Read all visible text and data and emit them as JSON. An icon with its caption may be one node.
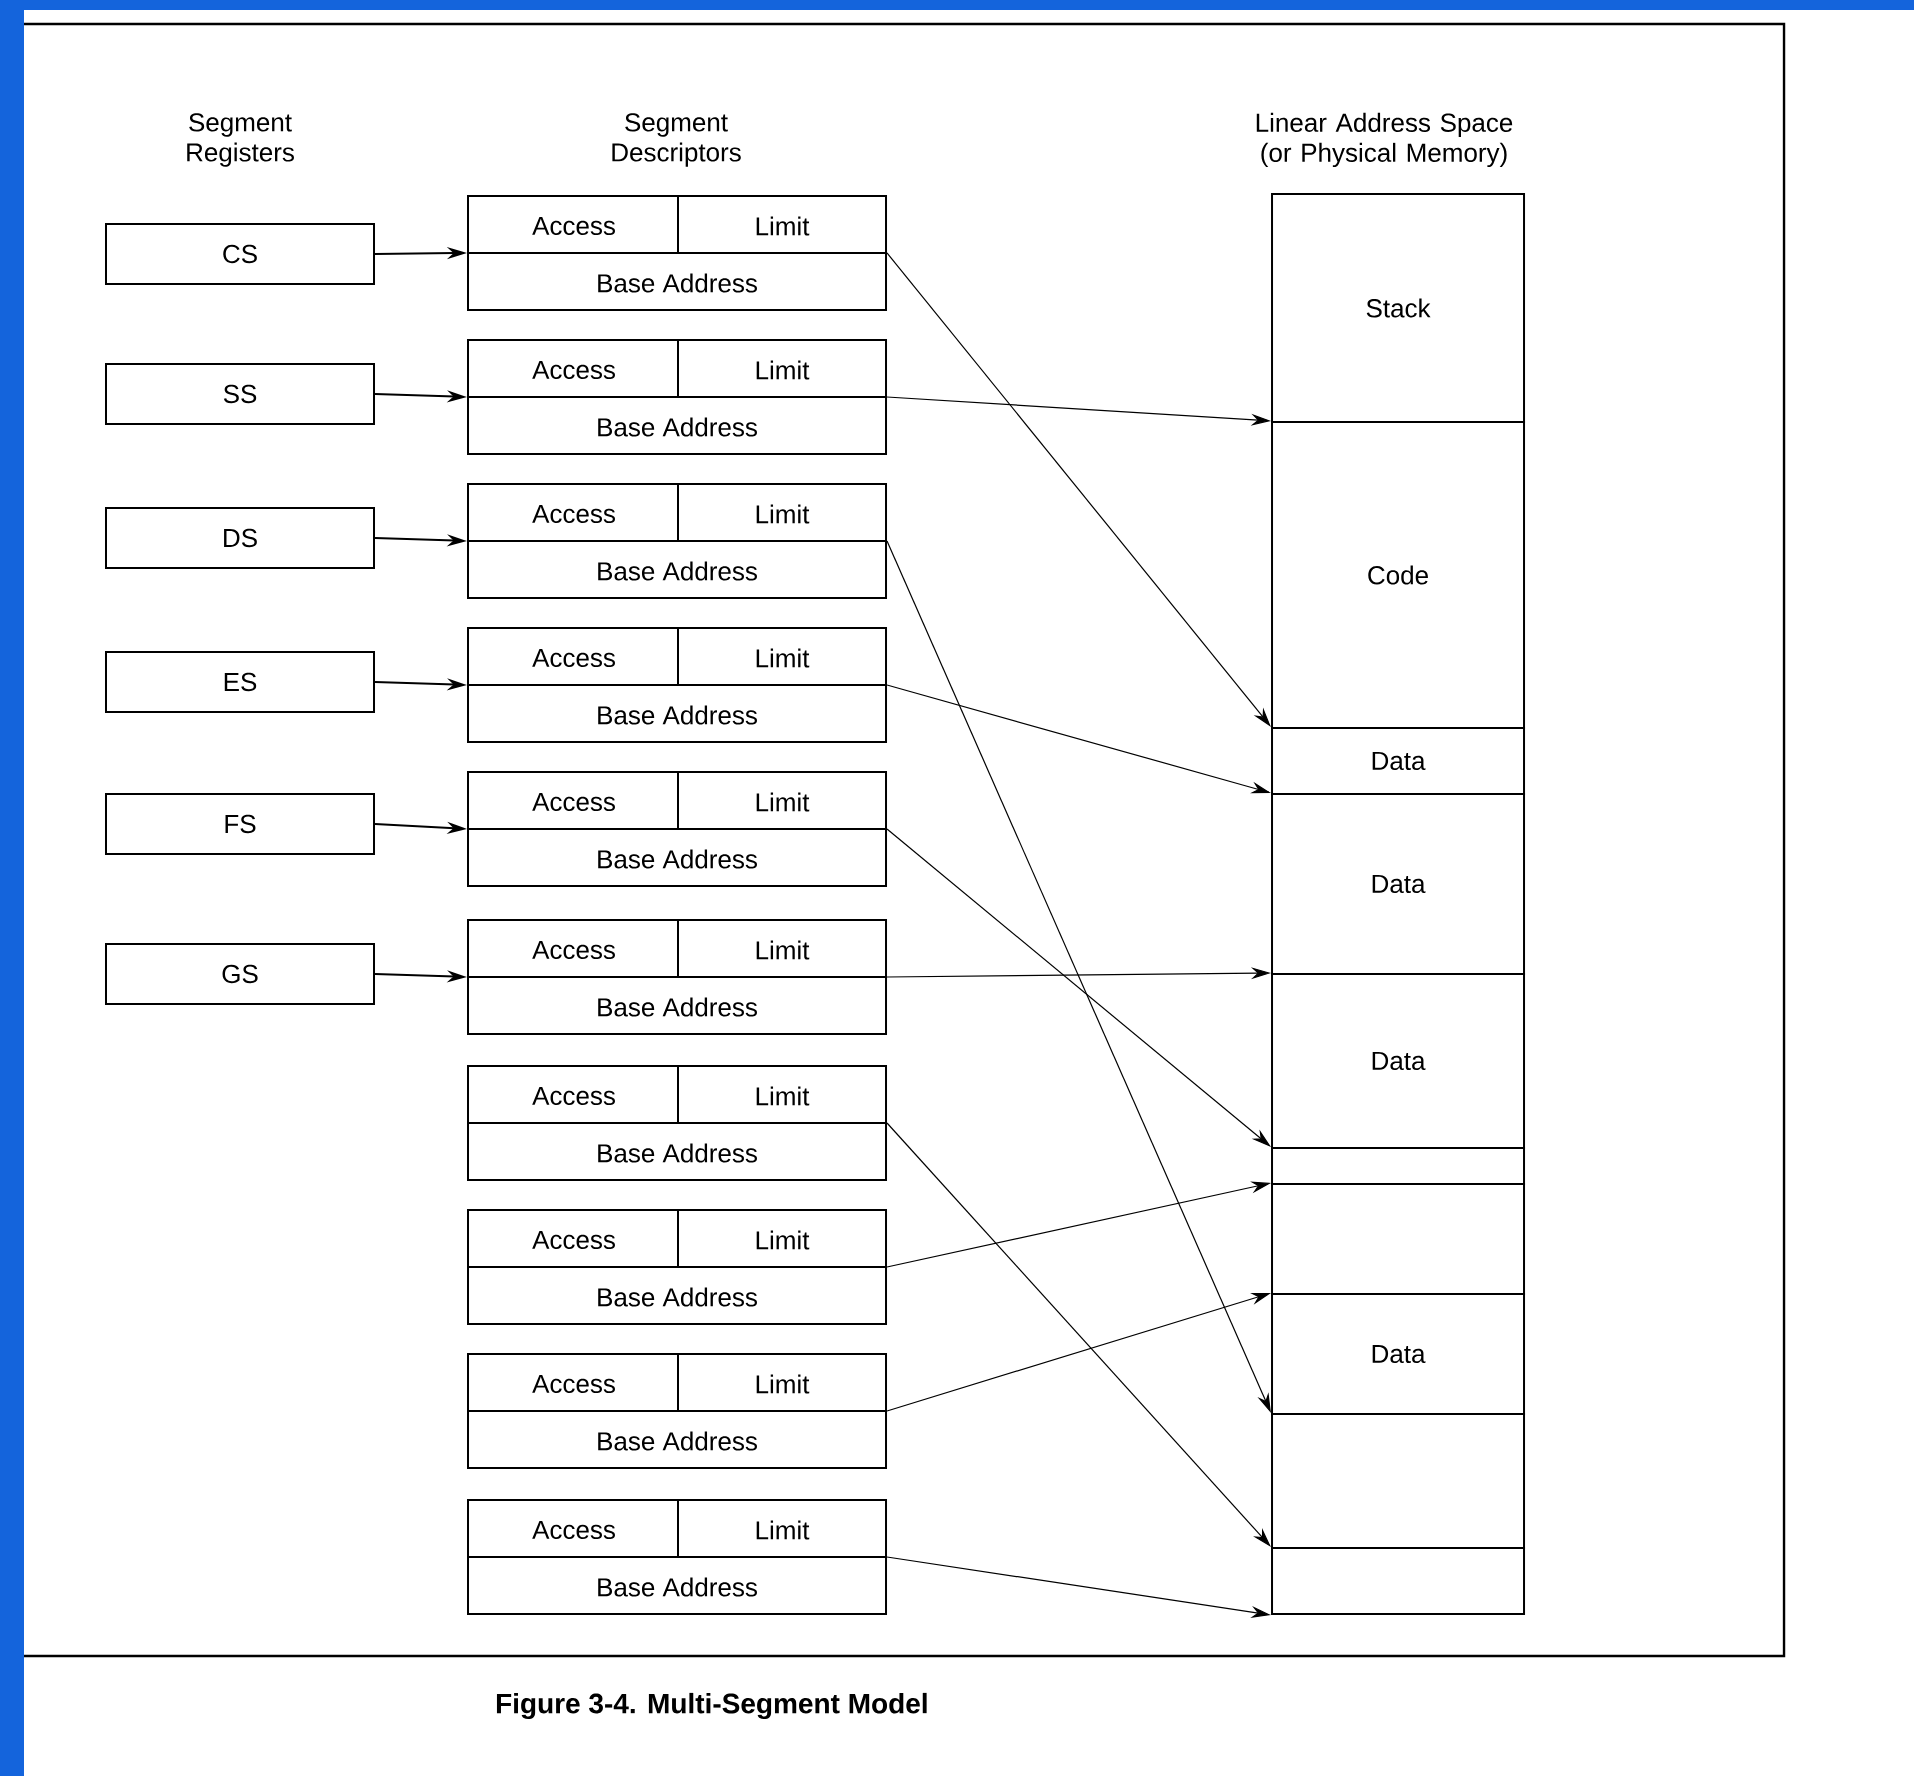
{
  "diagram": {
    "caption": "Figure 3-4.  Multi-Segment Model",
    "nodes": [
      {
        "text": [
          "CS"
        ]
      },
      {
        "text": [
          "SS"
        ]
      },
      {
        "text": [
          "DS"
        ]
      },
      {
        "text": [
          "ES"
        ]
      },
      {
        "text": [
          "FS"
        ]
      },
      {
        "text": [
          "GS"
        ]
      },
      {
        "text": [
          "Access",
          "Limit",
          "Base Address"
        ]
      },
      {
        "text": [
          "Access",
          "Limit",
          "Base Address"
        ]
      },
      {
        "text": [
          "Access",
          "Limit",
          "Base Address"
        ]
      },
      {
        "text": [
          "Access",
          "Limit",
          "Base Address"
        ]
      },
      {
        "text": [
          "Access",
          "Limit",
          "Base Address"
        ]
      },
      {
        "text": [
          "Access",
          "Limit",
          "Base Address"
        ]
      },
      {
        "text": [
          "Access",
          "Limit",
          "Base Address"
        ]
      },
      {
        "text": [
          "Access",
          "Limit",
          "Base Address"
        ]
      },
      {
        "text": [
          "Access",
          "Limit",
          "Base Address"
        ]
      },
      {
        "text": [
          "Access",
          "Limit",
          "Base Address"
        ]
      },
      {
        "text": [
          "Stack"
        ]
      },
      {
        "text": [
          "Code"
        ]
      },
      {
        "text": [
          "Data"
        ]
      },
      {
        "text": [
          "Data"
        ]
      },
      {
        "text": [
          "Data"
        ]
      },
      {
        "text": [],
        "shape": "box"
      },
      {
        "text": [],
        "shape": "box"
      },
      {
        "text": [
          "Data"
        ]
      },
      {
        "text": [],
        "shape": "box"
      },
      {
        "text": [],
        "shape": "box"
      }
    ],
    "edges": [
      {
        "from": 0,
        "to": 6,
        "arrow": "to"
      },
      {
        "from": 1,
        "to": 7,
        "arrow": "to"
      },
      {
        "from": 2,
        "to": 8,
        "arrow": "to"
      },
      {
        "from": 3,
        "to": 9,
        "arrow": "to"
      },
      {
        "from": 4,
        "to": 10,
        "arrow": "to"
      },
      {
        "from": 5,
        "to": 11,
        "arrow": "to"
      },
      {
        "from": 6,
        "to": 18,
        "arrow": "to"
      },
      {
        "from": 7,
        "to": 17,
        "arrow": "to"
      },
      {
        "from": 8,
        "to": 24,
        "arrow": "to"
      },
      {
        "from": 9,
        "to": 19,
        "arrow": "to"
      },
      {
        "from": 10,
        "to": 21,
        "arrow": "to"
      },
      {
        "from": 11,
        "to": 20,
        "arrow": "to"
      },
      {
        "from": 12,
        "to": 25,
        "arrow": "to"
      },
      {
        "from": 13,
        "to": 22,
        "arrow": "to"
      },
      {
        "from": 14,
        "to": 23,
        "arrow": "to"
      },
      {
        "from": 15,
        "to": 25,
        "arrow": "to"
      }
    ],
    "labels": [
      "Segment Registers",
      "Segment Descriptors",
      "Linear Address Space (or Physical Memory)"
    ]
  }
}
